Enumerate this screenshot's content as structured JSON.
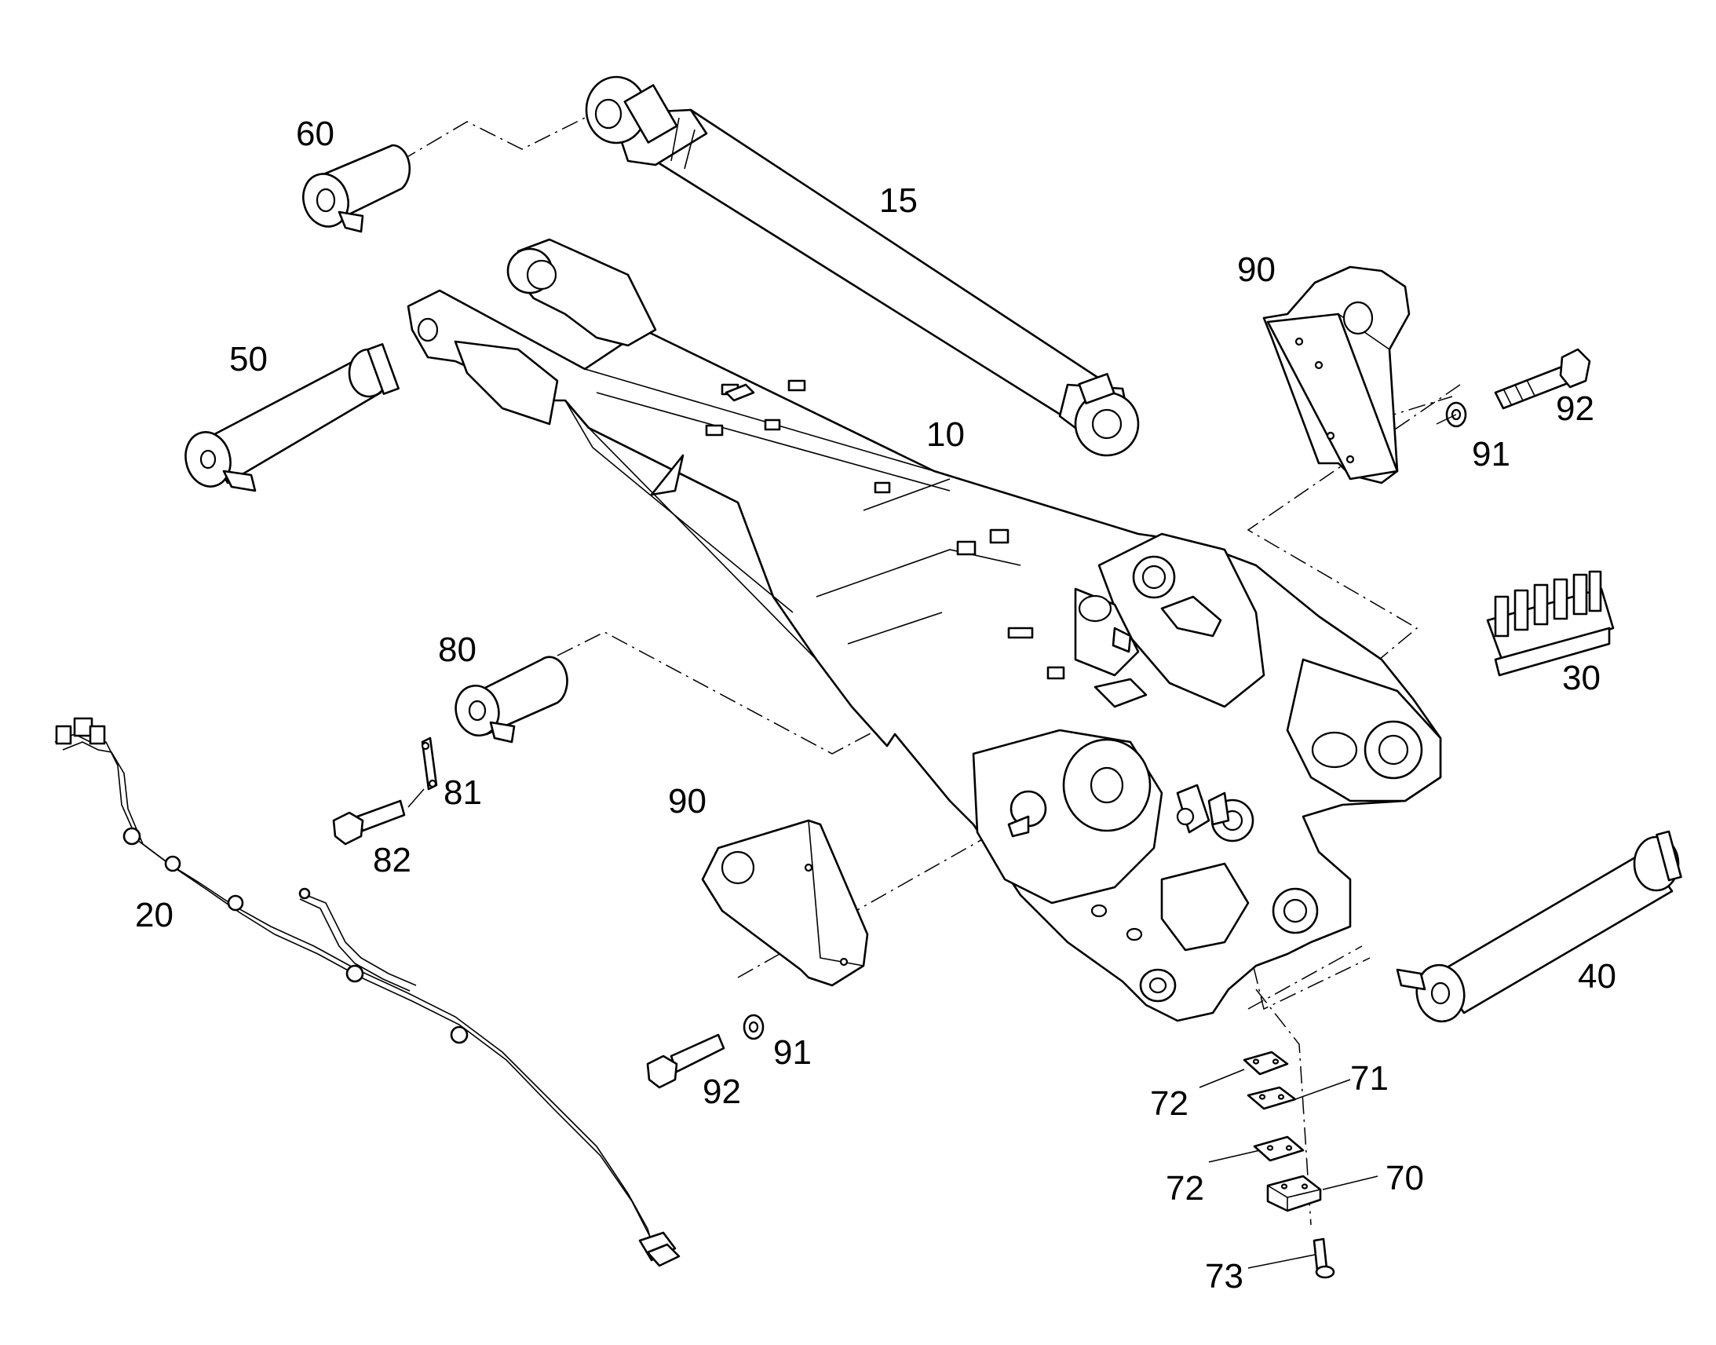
{
  "diagram": {
    "colors": {
      "line": "#000000",
      "background": "#ffffff"
    },
    "callouts": [
      {
        "id": "c60",
        "text": "60"
      },
      {
        "id": "c15",
        "text": "15"
      },
      {
        "id": "c50",
        "text": "50"
      },
      {
        "id": "c10",
        "text": "10"
      },
      {
        "id": "c90a",
        "text": "90"
      },
      {
        "id": "c92a",
        "text": "92"
      },
      {
        "id": "c91a",
        "text": "91"
      },
      {
        "id": "c30",
        "text": "30"
      },
      {
        "id": "c80",
        "text": "80"
      },
      {
        "id": "c81",
        "text": "81"
      },
      {
        "id": "c82",
        "text": "82"
      },
      {
        "id": "c20",
        "text": "20"
      },
      {
        "id": "c90b",
        "text": "90"
      },
      {
        "id": "c91b",
        "text": "91"
      },
      {
        "id": "c92b",
        "text": "92"
      },
      {
        "id": "c40",
        "text": "40"
      },
      {
        "id": "c72a",
        "text": "72"
      },
      {
        "id": "c71",
        "text": "71"
      },
      {
        "id": "c72b",
        "text": "72"
      },
      {
        "id": "c70",
        "text": "70"
      },
      {
        "id": "c73",
        "text": "73"
      }
    ]
  }
}
